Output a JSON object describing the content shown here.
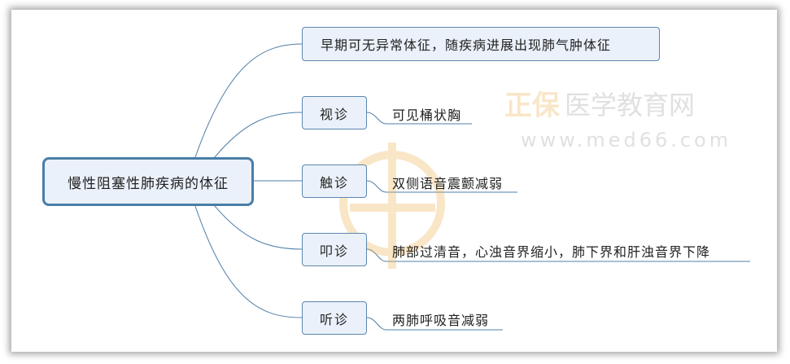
{
  "root": {
    "label": "慢性阻塞性肺疾病的体征"
  },
  "summary": {
    "label": "早期可无异常体征，随疾病进展出现肺气肿体征"
  },
  "branches": [
    {
      "label": "视诊",
      "detail": "可见桶状胸"
    },
    {
      "label": "触诊",
      "detail": "双侧语音震颤减弱"
    },
    {
      "label": "叩诊",
      "detail": "肺部过清音，心浊音界缩小，肺下界和肝浊音界下降"
    },
    {
      "label": "听诊",
      "detail": "两肺呼吸音减弱"
    }
  ],
  "watermark": {
    "brand": "正保",
    "name": "医学教育网",
    "url": "www.med66.com"
  },
  "colors": {
    "line": "#4f7fa8",
    "node_fill": "#eaf1fa",
    "node_border": "#5b87b0"
  }
}
